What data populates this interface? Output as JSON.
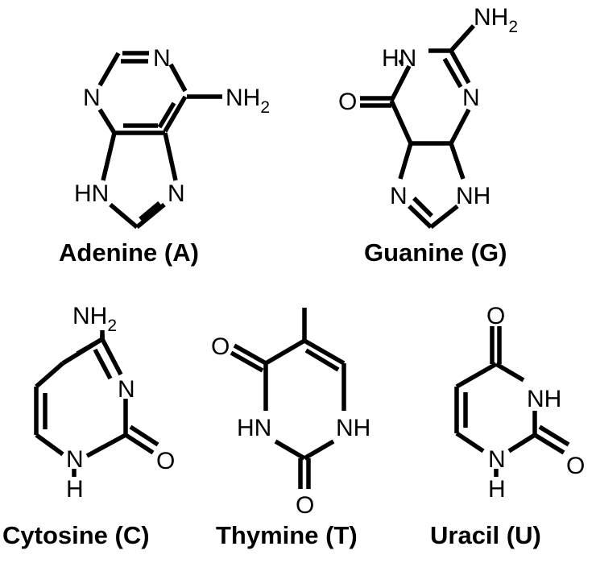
{
  "molecules": {
    "adenine": {
      "name": "Adenine (A)",
      "n1": "N",
      "n3": "N",
      "n7": "N",
      "n9": "HN",
      "amino": "NH",
      "amino_sub": "2"
    },
    "guanine": {
      "name": "Guanine (G)",
      "n1": "HN",
      "n3": "N",
      "n7": "N",
      "n9": "NH",
      "oxo": "O",
      "amino": "NH",
      "amino_sub": "2"
    },
    "cytosine": {
      "name": "Cytosine (C)",
      "n3": "N",
      "n1": "N",
      "n1_h": "H",
      "oxo": "O",
      "amino": "NH",
      "amino_sub": "2"
    },
    "thymine": {
      "name": "Thymine (T)",
      "o4": "O",
      "n3": "HN",
      "n1": "NH",
      "o2": "O"
    },
    "uracil": {
      "name": "Uracil (U)",
      "o4": "O",
      "n3": "NH",
      "n1": "N",
      "n1_h": "H",
      "o2": "O"
    }
  }
}
